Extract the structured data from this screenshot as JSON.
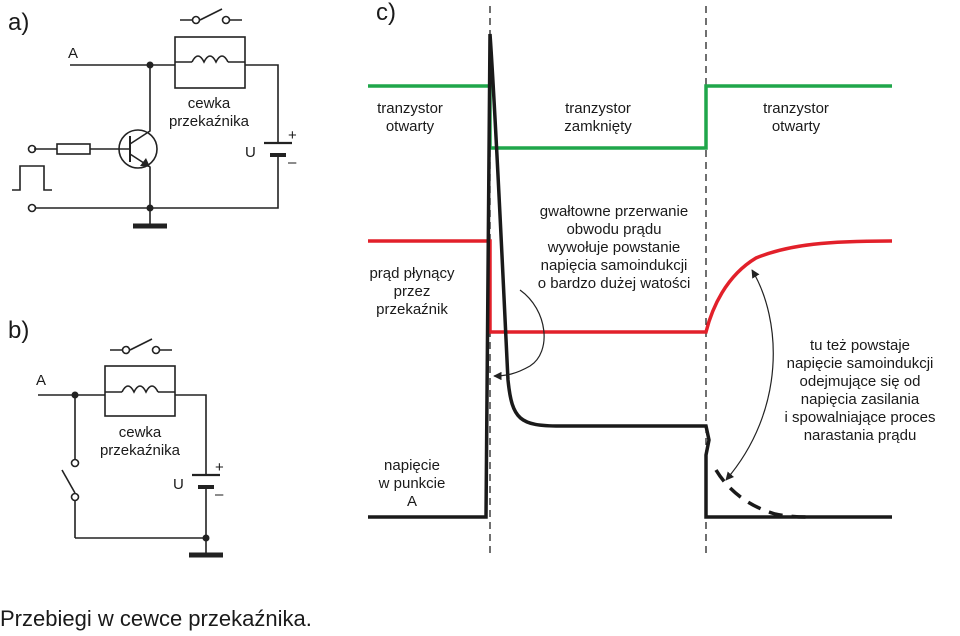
{
  "caption": "Przebiegi w cewce przekaźnika.",
  "panel_a": {
    "tag": "a)",
    "node_a": "A",
    "coil_label": [
      "cewka",
      "przekaźnika"
    ],
    "supply": "U",
    "plus": "+",
    "minus": "–"
  },
  "panel_b": {
    "tag": "b)",
    "node_a": "A",
    "coil_label": [
      "cewka",
      "przekaźnika"
    ],
    "supply": "U",
    "plus": "+",
    "minus": "–"
  },
  "panel_c": {
    "tag": "c)",
    "transistor_on_left": [
      "tranzystor",
      "otwarty"
    ],
    "transistor_off": [
      "tranzystor",
      "zamknięty"
    ],
    "transistor_on_right": [
      "tranzystor",
      "otwarty"
    ],
    "current_label": [
      "prąd płynący",
      "przez",
      "przekaźnik"
    ],
    "voltage_label": [
      "napięcie",
      "w punkcie",
      "A"
    ],
    "annotation_interrupt": [
      "gwałtowne przerwanie",
      "obwodu prądu",
      "wywołuje powstanie",
      "napięcia samoindukcji",
      "o bardzo dużej watości"
    ],
    "annotation_rise": [
      "tu też powstaje",
      "napięcie samoindukcji",
      "odejmujące się od",
      "napięcia zasilania",
      "i spowalniające proces",
      "narastania prądu"
    ],
    "colors": {
      "transistor": "#1fa64a",
      "current": "#e2202a",
      "voltage": "#1a1a1a"
    }
  }
}
